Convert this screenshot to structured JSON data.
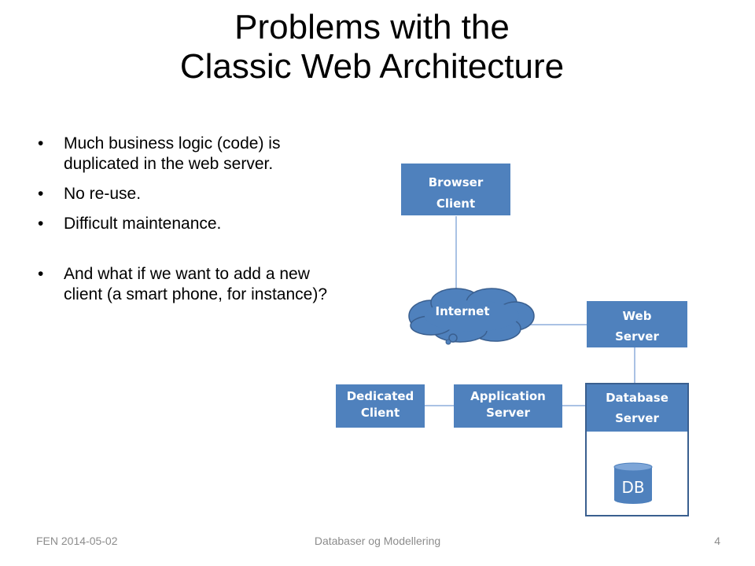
{
  "slide": {
    "title_line1": "Problems with the",
    "title_line2": "Classic Web Architecture",
    "bullets": [
      "Much business logic (code) is duplicated in the web server.",
      "No re-use.",
      "Difficult maintenance.",
      "And what if we want to add a new client (a smart phone, for instance)?"
    ]
  },
  "diagram": {
    "browser_line1": "Browser",
    "browser_line2": "Client",
    "internet": "Internet",
    "web_line1": "Web",
    "web_line2": "Server",
    "dedicated_line1": "Dedicated",
    "dedicated_line2": "Client",
    "app_line1": "Application",
    "app_line2": "Server",
    "db_server_line1": "Database",
    "db_server_line2": "Server",
    "db": "DB",
    "box_color": "#4f81bd"
  },
  "footer": {
    "left": "FEN 2014-05-02",
    "center": "Databaser og Modellering",
    "page": "4"
  }
}
